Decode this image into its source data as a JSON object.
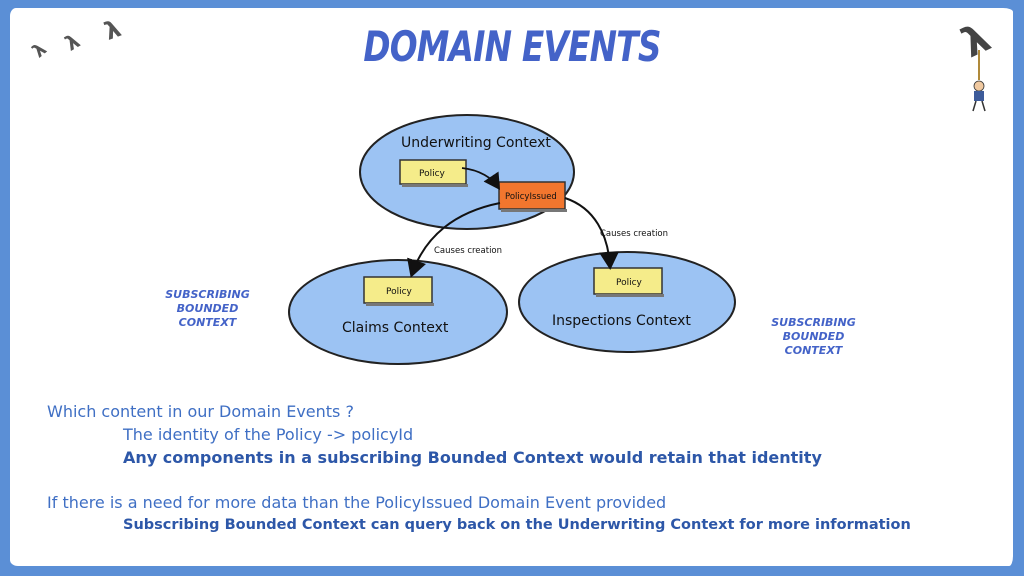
{
  "slide": {
    "title": "Domain Events",
    "left_side_label": [
      "Subscribing",
      "Bounded Context"
    ],
    "right_side_label": [
      "Subscribing",
      "Bounded Context"
    ]
  },
  "diagram": {
    "contexts": {
      "underwriting": "Underwriting Context",
      "claims": "Claims Context",
      "inspections": "Inspections Context"
    },
    "boxes": {
      "underwriting_policy": "Policy",
      "policy_issued": "PolicyIssued",
      "claims_policy": "Policy",
      "inspections_policy": "Policy"
    },
    "arrows": {
      "to_claims": "Causes creation",
      "to_inspections": "Causes creation"
    },
    "colors": {
      "context_fill": "#9cc3f3",
      "policy_fill": "#f5ec8a",
      "event_fill": "#f2762e"
    }
  },
  "text": {
    "q1": "Which content in our Domain Events ?",
    "q1_a": "The identity of the Policy -> policyId",
    "q1_b": "Any components in a subscribing Bounded Context would retain that identity",
    "q2": "If there is a need for more data than the PolicyIssued Domain Event provided",
    "q2_a": "Subscribing Bounded Context can query back on the Underwriting Context for more information"
  }
}
